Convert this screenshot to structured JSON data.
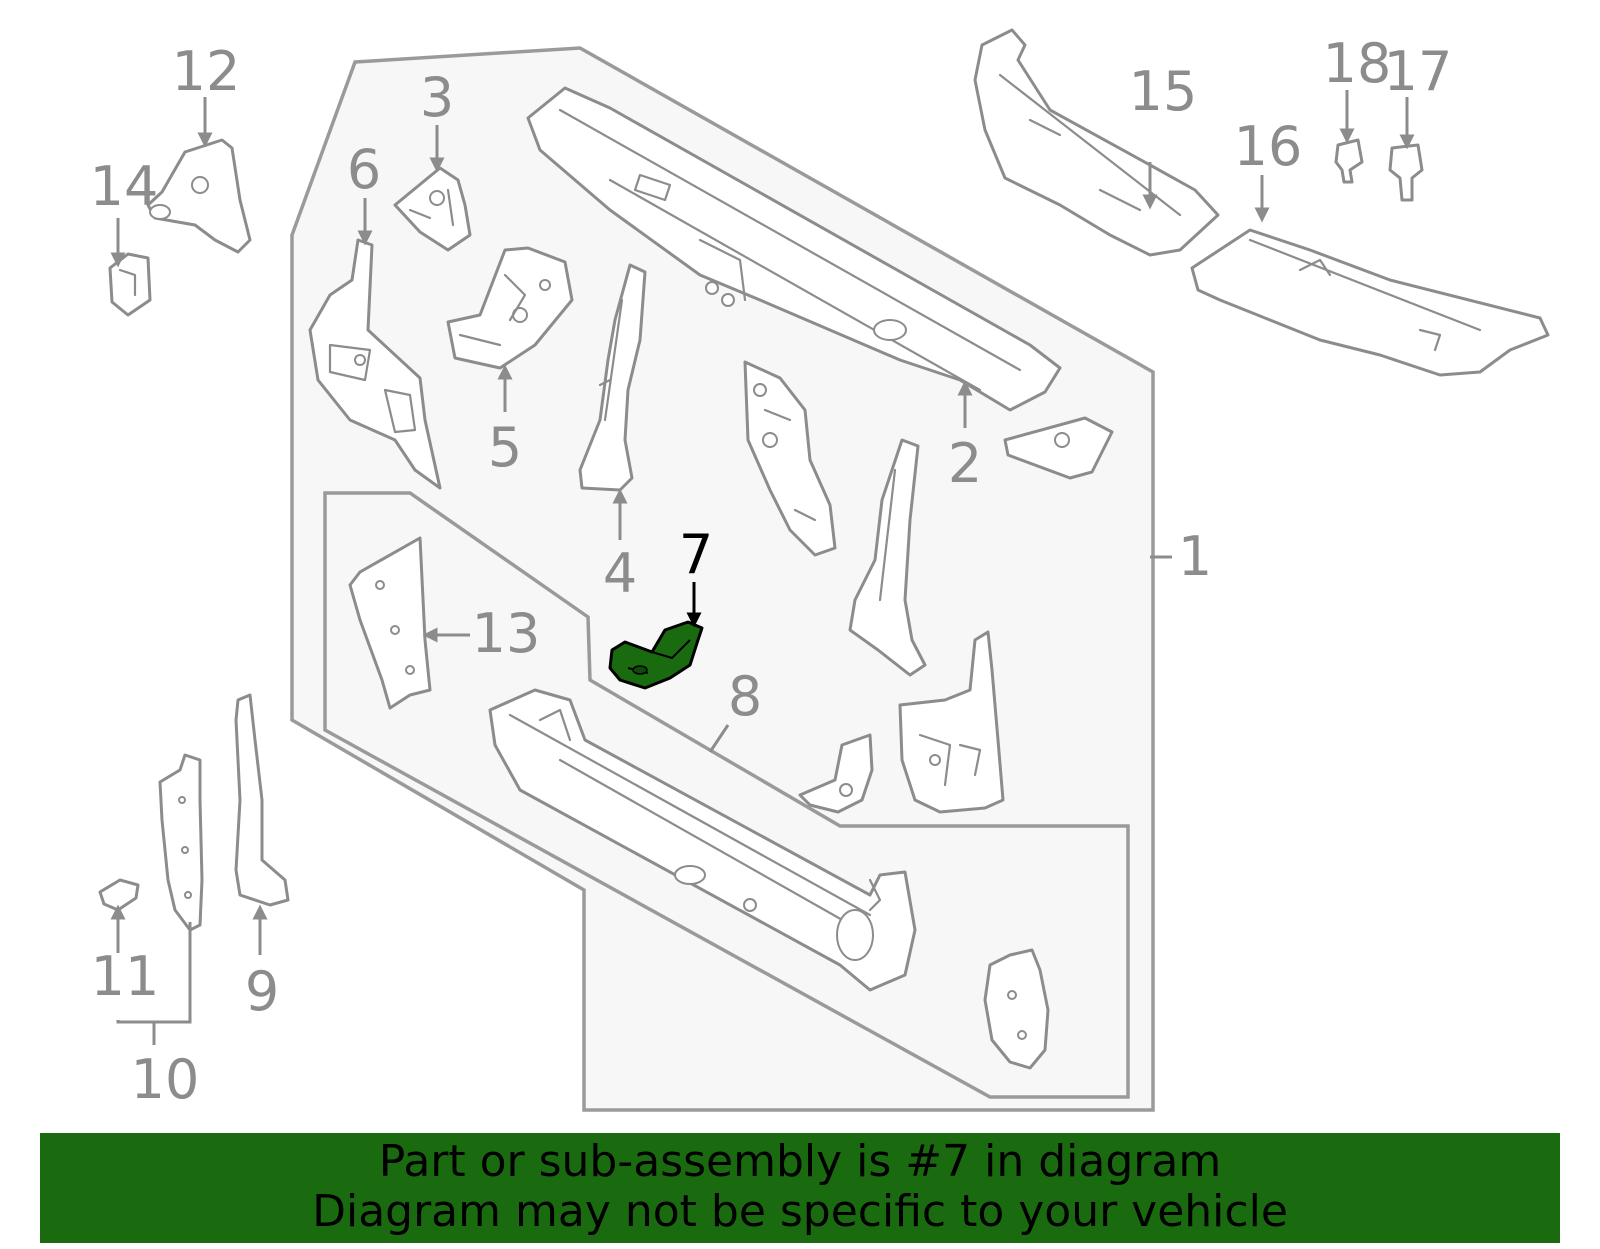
{
  "callouts": {
    "c1": "1",
    "c2": "2",
    "c3": "3",
    "c4": "4",
    "c5": "5",
    "c6": "6",
    "c7": "7",
    "c8": "8",
    "c9": "9",
    "c10": "10",
    "c11": "11",
    "c12": "12",
    "c13": "13",
    "c14": "14",
    "c15": "15",
    "c16": "16",
    "c17": "17",
    "c18": "18"
  },
  "highlighted_part": "7",
  "colors": {
    "highlight": "#1a6b10",
    "line": "#8c8c8c",
    "panel": "#f7f7f7"
  },
  "banner": {
    "line1": "Part or sub-assembly is #7 in diagram",
    "line2": "Diagram may not be specific to your vehicle"
  }
}
